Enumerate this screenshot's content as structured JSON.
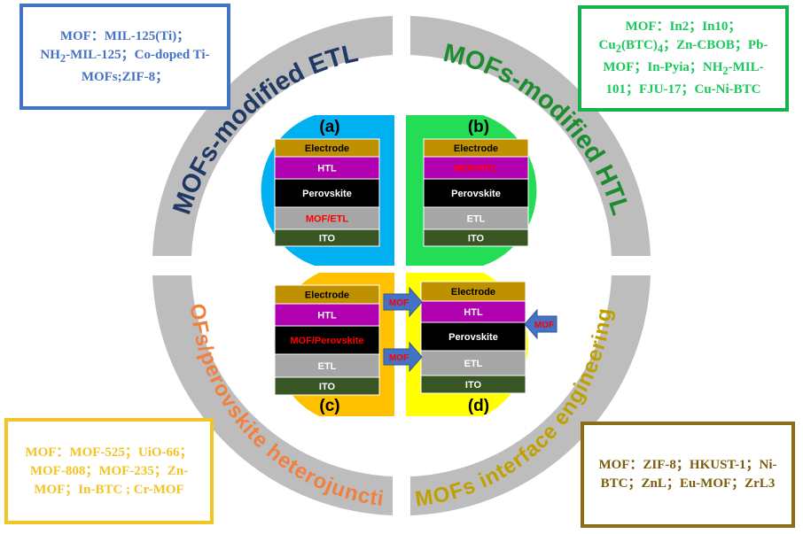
{
  "arcs": {
    "top_left": "MOFs-modified ETL",
    "top_right": "MOFs-modified HTL",
    "bottom_left": "MOFs/perovskite heterojunction",
    "bottom_right": "MOFs interface engineering"
  },
  "quadrants": {
    "a": {
      "letter": "(a)",
      "layers": [
        "Electrode",
        "HTL",
        "Perovskite",
        "MOF/ETL",
        "ITO"
      ]
    },
    "b": {
      "letter": "(b)",
      "layers": [
        "Electrode",
        "MOF/HTL",
        "Perovskite",
        "ETL",
        "ITO"
      ]
    },
    "c": {
      "letter": "(c)",
      "layers": [
        "Electrode",
        "HTL",
        "MOF/Perovskite",
        "ETL",
        "ITO"
      ]
    },
    "d": {
      "letter": "(d)",
      "layers": [
        "Electrode",
        "HTL",
        "Perovskite",
        "ETL",
        "ITO"
      ]
    }
  },
  "arrows": {
    "label": "MOF"
  },
  "boxes": {
    "a": {
      "prefix": "MOF：MIL-125(Ti)；",
      "nh2_pre": "NH",
      "nh2_sub": "2",
      "line2": "-MIL-125；Co-doped Ti-MOFs;ZIF-8；"
    },
    "b": {
      "prefix": "MOF：In2；In10；",
      "cu_pre": "Cu",
      "cu_sub": "2",
      "cu_mid": "(BTC)",
      "cu_sub2": "4",
      "rest": "；Zn-CBOB；Pb-MOF；In-Pyia；NH",
      "nh2_sub": "2",
      "tail": "-MIL-101；FJU-17；Cu-Ni-BTC"
    },
    "c": {
      "text": "MOF：MOF-525；UiO-66；MOF-808；MOF-235；Zn-MOF；In-BTC ; Cr-MOF"
    },
    "d": {
      "text": "MOF：ZIF-8；HKUST-1；Ni-BTC；ZnL；Eu-MOF；ZrL3"
    }
  },
  "colors": {
    "ring": "#BDBDBD",
    "quad_a": "#00B0F0",
    "quad_b": "#22DD55",
    "quad_c": "#FFC000",
    "quad_d": "#FFFF00",
    "electrode": "#BF9000",
    "htl": "#B000B0",
    "perovskite": "#000000",
    "etl": "#A6A6A6",
    "ito": "#375623",
    "mof_red": "#FF0000",
    "arrow": "#4472C4"
  }
}
